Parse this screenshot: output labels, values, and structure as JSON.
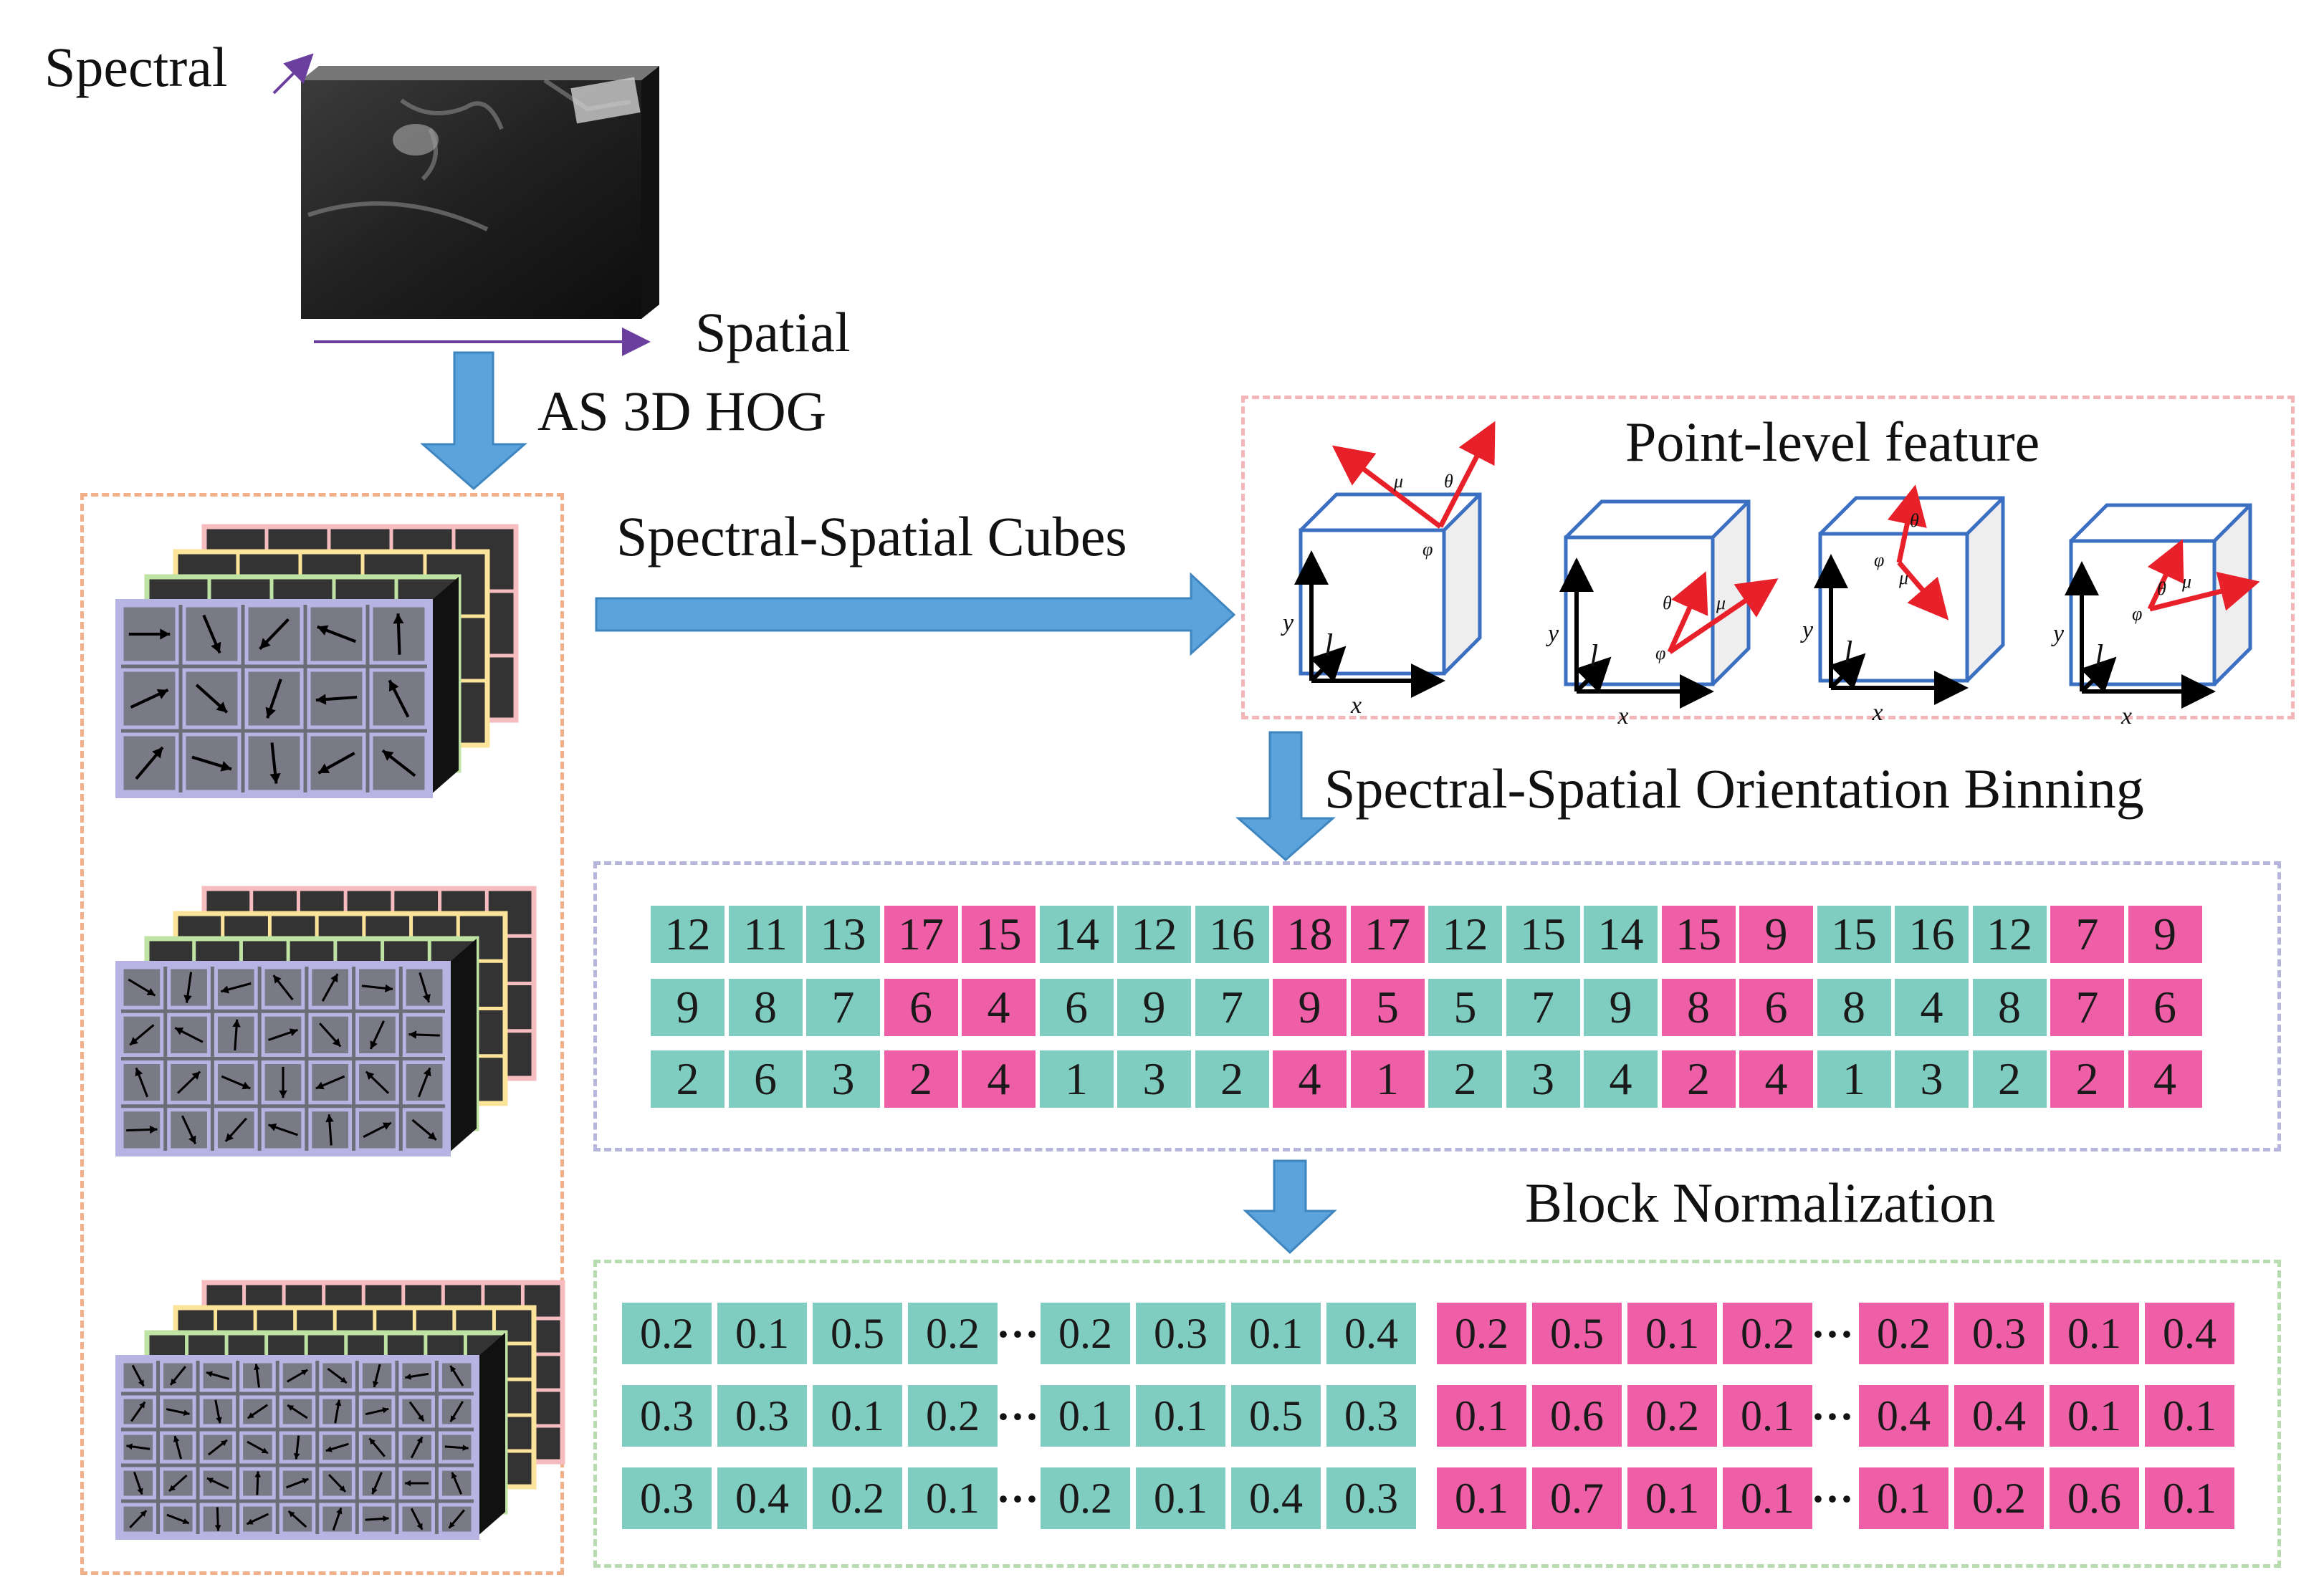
{
  "labels": {
    "spectral": "Spectral",
    "spatial": "Spatial",
    "as3dhog": "AS 3D HOG",
    "cubes": "Spectral-Spatial  Cubes",
    "point_feature": "Point-level feature",
    "binning": "Spectral-Spatial Orientation Binning",
    "block_norm": "Block Normalization"
  },
  "axis_labels": {
    "x": "x",
    "y": "y",
    "l": "l"
  },
  "angle_labels": {
    "theta": "θ",
    "mu": "μ",
    "phi": "φ"
  },
  "colors": {
    "teal": "#7fcdc0",
    "pink": "#ef5fa7",
    "orange_border": "#f2b08a",
    "pink_border": "#f3b6b8",
    "lavender_border": "#b6b6dc",
    "green_border": "#b7dcaf",
    "arrow_blue": "#5aa3dd",
    "cube_blue": "#3a6fc2",
    "vector_red": "#e8202a",
    "axis_purple": "#6a3f9e"
  },
  "binning_rows": [
    [
      12,
      11,
      13,
      17,
      15,
      14,
      12,
      16,
      18,
      17,
      12,
      15,
      14,
      15,
      9,
      15,
      16,
      12,
      7,
      9
    ],
    [
      9,
      8,
      7,
      6,
      4,
      6,
      9,
      7,
      9,
      5,
      5,
      7,
      9,
      8,
      6,
      8,
      4,
      8,
      7,
      6
    ],
    [
      2,
      6,
      3,
      2,
      4,
      1,
      3,
      2,
      4,
      1,
      2,
      3,
      4,
      2,
      4,
      1,
      3,
      2,
      2,
      4
    ]
  ],
  "binning_colors": [
    "teal",
    "teal",
    "teal",
    "pink",
    "pink",
    "teal",
    "teal",
    "teal",
    "pink",
    "pink",
    "teal",
    "teal",
    "teal",
    "pink",
    "pink",
    "teal",
    "teal",
    "teal",
    "pink",
    "pink"
  ],
  "norm_teal_rows": [
    [
      [
        "0.2",
        "0.1",
        "0.5",
        "0.2"
      ],
      [
        "0.2",
        "0.3",
        "0.1",
        "0.4"
      ]
    ],
    [
      [
        "0.3",
        "0.3",
        "0.1",
        "0.2"
      ],
      [
        "0.1",
        "0.1",
        "0.5",
        "0.3"
      ]
    ],
    [
      [
        "0.3",
        "0.4",
        "0.2",
        "0.1"
      ],
      [
        "0.2",
        "0.1",
        "0.4",
        "0.3"
      ]
    ]
  ],
  "norm_pink_rows": [
    [
      [
        "0.2",
        "0.5",
        "0.1",
        "0.2"
      ],
      [
        "0.2",
        "0.3",
        "0.1",
        "0.4"
      ]
    ],
    [
      [
        "0.1",
        "0.6",
        "0.2",
        "0.1"
      ],
      [
        "0.4",
        "0.4",
        "0.1",
        "0.1"
      ]
    ],
    [
      [
        "0.1",
        "0.7",
        "0.1",
        "0.1"
      ],
      [
        "0.1",
        "0.2",
        "0.6",
        "0.1"
      ]
    ]
  ],
  "ellipsis": "···"
}
